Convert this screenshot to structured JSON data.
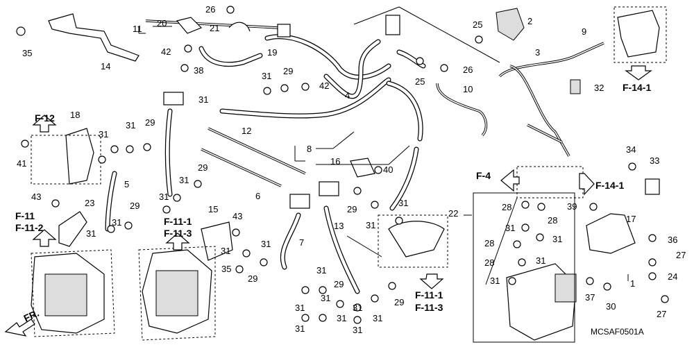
{
  "diagram_code": "MCSAF0501A",
  "direction_label": "FR.",
  "parts": {
    "p1": "1",
    "p2": "2",
    "p3": "3",
    "p4": "4",
    "p5": "5",
    "p6": "6",
    "p7": "7",
    "p8": "8",
    "p9": "9",
    "p10": "10",
    "p11": "11",
    "p12": "12",
    "p13": "13",
    "p14": "14",
    "p15": "15",
    "p16": "16",
    "p17": "17",
    "p18": "18",
    "p19": "19",
    "p20": "20",
    "p21": "21",
    "p22": "22",
    "p23": "23",
    "p24": "24",
    "p25": "25",
    "p26": "26",
    "p27": "27",
    "p28": "28",
    "p29": "29",
    "p30": "30",
    "p31": "31",
    "p32": "32",
    "p33": "33",
    "p34": "34",
    "p35": "35",
    "p36": "36",
    "p37": "37",
    "p38": "38",
    "p39": "39",
    "p40": "40",
    "p41": "41",
    "p42": "42",
    "p43": "43"
  },
  "refs": {
    "f12": "F-12",
    "f11": "F-11",
    "f11_2": "F-11-2",
    "f11_1": "F-11-1",
    "f11_3": "F-11-3",
    "f4": "F-4",
    "f14_1": "F-14-1"
  }
}
